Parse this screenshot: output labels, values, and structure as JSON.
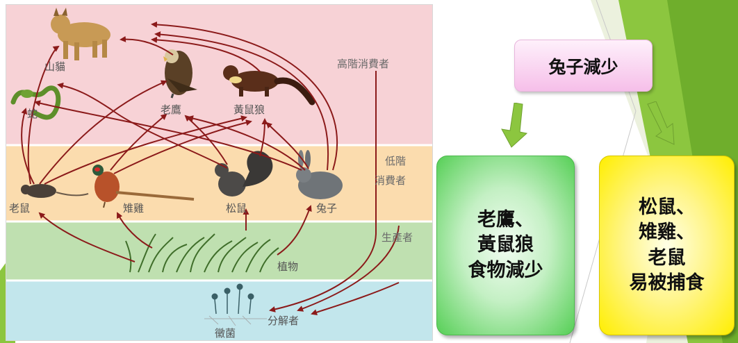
{
  "diagram": {
    "zones": {
      "high": "高階消費者",
      "low_line1": "低階",
      "low_line2": "消費者",
      "producer": "生產者"
    },
    "organisms": {
      "lynx": "山貓",
      "snake": "蛇",
      "eagle": "老鷹",
      "weasel": "黃鼠狼",
      "mouse": "老鼠",
      "pheasant": "雉雞",
      "squirrel": "松鼠",
      "rabbit": "兔子",
      "plants": "植物",
      "decomposer": "分解者",
      "fungi": "黴菌"
    }
  },
  "slide": {
    "title": "兔子減少",
    "left_box": [
      "老鷹、",
      "黃鼠狼",
      "食物減少"
    ],
    "right_box": [
      "松鼠、",
      "雉雞、",
      "老鼠",
      "易被捕食"
    ],
    "colors": {
      "arrow": "#8b1a1a",
      "title_pink": "#f6bfe9",
      "box_green": "#56cf56",
      "box_yellow": "#ffee00",
      "deco_green": "#8cc63f"
    }
  }
}
